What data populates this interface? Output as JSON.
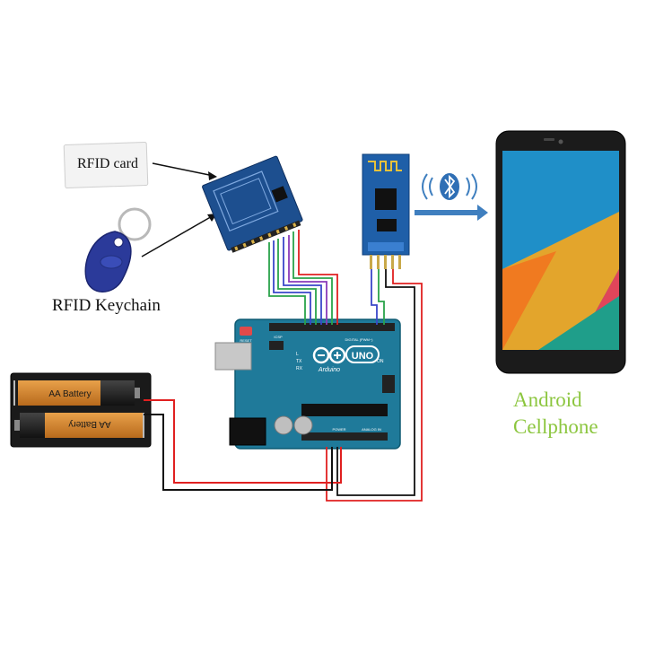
{
  "labels": {
    "rfid_card": "RFID card",
    "rfid_keychain": "RFID Keychain",
    "android_line1": "Android",
    "android_line2": "Cellphone"
  },
  "battery": {
    "top": "AA Battery",
    "bottom": "AA Battery"
  },
  "arduino": {
    "brand": "Arduino",
    "model": "UNO",
    "reset_label": "RESET",
    "digital_label": "DIGITAL (PWM~)",
    "power_label": "POWER",
    "analog_label": "ANALOG IN",
    "icsp_label": "ICSP",
    "tx_label": "TX",
    "rx_label": "RX",
    "on_label": "ON",
    "l_label": "L"
  },
  "icons": {
    "bluetooth": "bluetooth-icon",
    "arrow": "arrow-right-icon"
  },
  "colors": {
    "board": "#1f7a9a",
    "rfid_board": "#1d4f8f",
    "bt_board": "#1f5fa8",
    "wire_red": "#e02020",
    "wire_black": "#111111",
    "wire_green": "#2aa34a",
    "wire_blue": "#3a47c9",
    "wire_purple": "#8a3ab9",
    "android_text": "#8cc63f",
    "arrow": "#3f7fbf"
  }
}
